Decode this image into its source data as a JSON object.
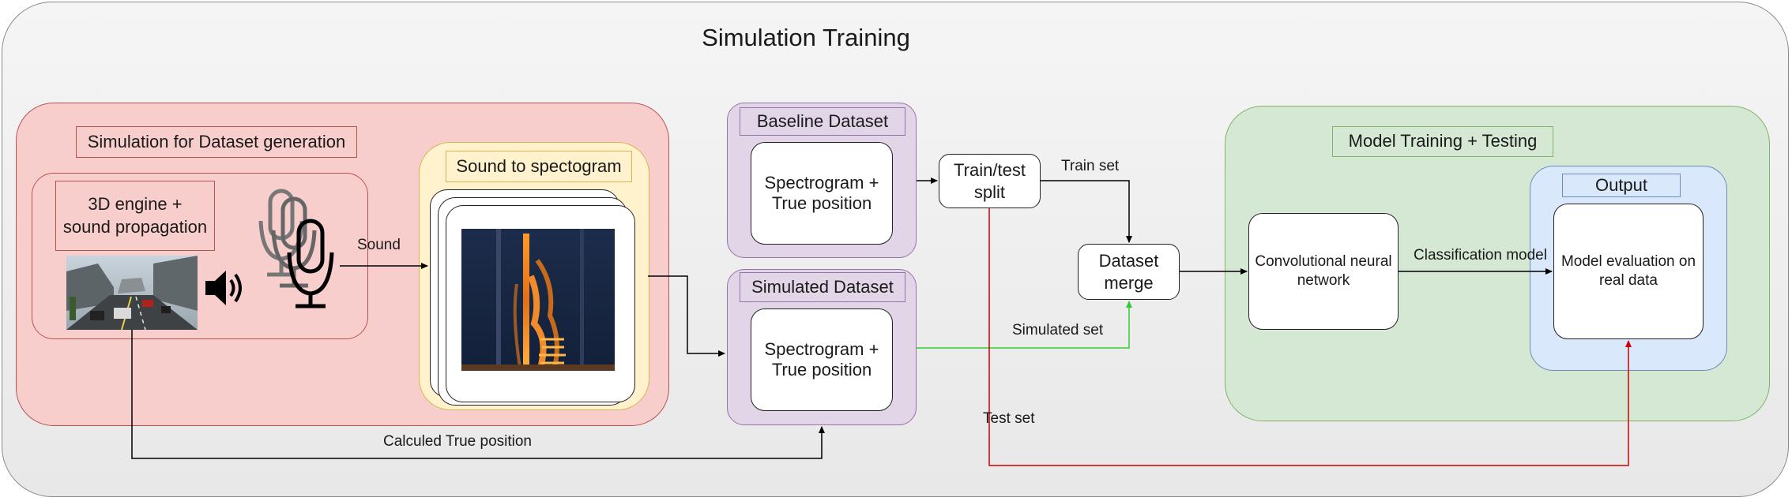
{
  "title": "Simulation Training",
  "simulation": {
    "label": "Simulation for Dataset generation",
    "engine_label": "3D engine +\nsound propagation",
    "sound_edge": "Sound"
  },
  "spectogram": {
    "label": "Sound to spectogram"
  },
  "baseline": {
    "label": "Baseline Dataset",
    "content": "Spectrogram +\nTrue position"
  },
  "simulated": {
    "label": "Simulated Dataset",
    "content": "Spectrogram +\nTrue position"
  },
  "split": {
    "label": "Train/test\nsplit"
  },
  "merge": {
    "label": "Dataset\nmerge"
  },
  "model": {
    "label": "Model Training + Testing",
    "cnn": "Convolutional neural\nnetwork",
    "output_label": "Output",
    "evaluation": "Model evaluation on\nreal data"
  },
  "edges": {
    "train_set": "Train set",
    "simulated_set": "Simulated set",
    "test_set": "Test set",
    "classification_model": "Classification model",
    "calculed_true_position": "Calculed True position"
  },
  "colors": {
    "red_panel": "#f8cecc",
    "yellow_panel": "#fff2cc",
    "purple_panel": "#e1d5e7",
    "green_panel": "#d5e8d4",
    "blue_panel": "#dae8fc",
    "simulated_edge": "#33cc33",
    "test_edge": "#cc0000"
  }
}
